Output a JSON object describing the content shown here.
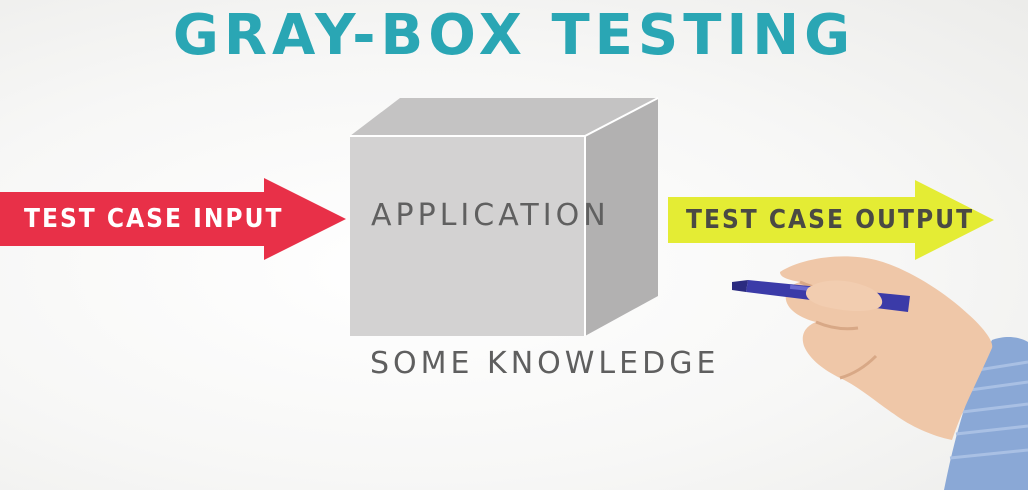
{
  "title": "GRAY-BOX TESTING",
  "input_arrow": {
    "label": "TEST CASE INPUT"
  },
  "box": {
    "label": "APPLICATION"
  },
  "caption": "SOME KNOWLEDGE",
  "output_arrow": {
    "label": "TEST CASE OUTPUT"
  },
  "colors": {
    "title": "#2aa6b4",
    "input_arrow": "#e83048",
    "output_arrow": "#e4ec34",
    "box_front": "#d3d2d2",
    "box_top": "#c4c3c3",
    "box_side": "#b2b1b1",
    "box_text": "#606060",
    "arrow_text": "#ffffff",
    "output_text": "#4a4a44",
    "marker": "#3b3ba8"
  },
  "icons": {
    "hand": "hand-with-marker-icon"
  }
}
